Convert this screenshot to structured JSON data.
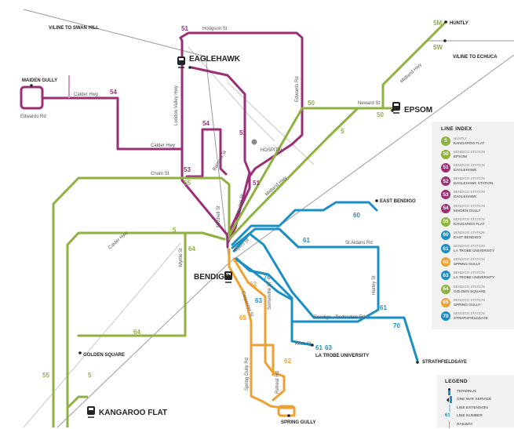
{
  "colors": {
    "green": "#8db23f",
    "purple": "#9a2f78",
    "blue": "#1a8fc5",
    "orange": "#eea133",
    "extension": "#d29bc2",
    "railway": "#9a9a9a",
    "road": "#c8c8c8"
  },
  "stations": {
    "bendigo": "BENDIGO",
    "eaglehawk": "EAGLEHAWK",
    "epsom": "EPSOM",
    "kangaroo_flat": "KANGAROO FLAT",
    "huntly": "HUNTLY",
    "east_bendigo": "EAST BENDIGO",
    "la_trobe": "LA TROBE UNIVERSITY",
    "strathfieldsaye": "STRATHFIELDSAYE",
    "golden_square": "GOLDEN SQUARE",
    "spring_gully": "SPRING GULLY",
    "maiden_gully": "MAIDEN GULLY",
    "hospital": "HOSPITAL"
  },
  "rail_labels": {
    "swan_hill": "V/LINE TO SWAN HILL",
    "echuca": "V/LINE TO ECHUCA"
  },
  "streets": {
    "hodgson": "Hodgson St",
    "loddon_valley": "Loddon Valley Hwy",
    "edwards": "Edwards Rd",
    "calder_hwy": "Calder Hwy",
    "edwards_rd_w": "Edwards Rd",
    "calder_hwy_2": "Calder Hwy",
    "barnard": "Barnard St",
    "chum": "Chum St",
    "bridge": "Bridge St",
    "midland": "Midland Hwy",
    "midland_n": "Midland Hwy",
    "neward": "Neward St",
    "mitchell": "Mitchell St",
    "calder_hwy_3": "Calder Hwy",
    "myrtle": "Myrtle St",
    "myers": "Myers St",
    "st_aidans": "St Aidans Rd",
    "harley": "Harley St",
    "carpenter": "Carpenter St",
    "somerville": "Somerville St",
    "bendigo_redesdale": "Bendigo - Redesdale Rd",
    "keck": "Keck St",
    "spring_gully_rd": "Spring Gully Rd",
    "retreat": "Retreat Rd"
  },
  "route_labels": {
    "r51a": "51",
    "r52": "52",
    "r51b": "51",
    "r54a": "54",
    "r54b": "54",
    "r53": "53",
    "r55a": "55",
    "r55b": "55",
    "r5a": "5",
    "r5b": "5",
    "r5c": "5",
    "r50a": "50",
    "r50b": "50",
    "r64a": "64",
    "r64b": "64",
    "r5m": "5M",
    "r5w": "5W",
    "r60": "60",
    "r61a": "61",
    "r61b": "61",
    "r70a": "70",
    "r70b": "70",
    "r62a": "62",
    "r62b": "62",
    "r63": "63",
    "r65": "65",
    "latrobe_61": "61",
    "latrobe_63": "63"
  },
  "line_index": {
    "title": "LINE INDEX",
    "items": [
      {
        "num": "5",
        "color": "#8db23f",
        "from": "HUNTLY",
        "to": "KANGAROO FLAT"
      },
      {
        "num": "50",
        "color": "#8db23f",
        "from": "BENDIGO STATION",
        "to": "EPSOM"
      },
      {
        "num": "51",
        "color": "#9a2f78",
        "from": "BENDIGO STATION",
        "to": "EAGLEHAWK"
      },
      {
        "num": "52",
        "color": "#9a2f78",
        "from": "BENDIGO STATION",
        "to": "EAGLEHAWK STATION"
      },
      {
        "num": "53",
        "color": "#9a2f78",
        "from": "BENDIGO STATION",
        "to": "EAGLEHAWK"
      },
      {
        "num": "54",
        "color": "#9a2f78",
        "from": "BENDIGO STATION",
        "to": "MAIDEN GULLY"
      },
      {
        "num": "55",
        "color": "#8db23f",
        "from": "BENDIGO STATION",
        "to": "KANGAROO FLAT"
      },
      {
        "num": "60",
        "color": "#1a8fc5",
        "from": "BENDIGO STATION",
        "to": "EAST BENDIGO"
      },
      {
        "num": "61",
        "color": "#1a8fc5",
        "from": "BENDIGO STATION",
        "to": "LA TROBE UNIVERSITY"
      },
      {
        "num": "62",
        "color": "#eea133",
        "from": "BENDIGO STATION",
        "to": "SPRING GULLY"
      },
      {
        "num": "63",
        "color": "#1a8fc5",
        "from": "BENDIGO STATION",
        "to": "LA TROBE UNIVERSITY"
      },
      {
        "num": "64",
        "color": "#8db23f",
        "from": "BENDIGO STATION",
        "to": "GOLDEN SQUARE"
      },
      {
        "num": "65",
        "color": "#eea133",
        "from": "BENDIGO STATION",
        "to": "SPRING GULLY"
      },
      {
        "num": "70",
        "color": "#1a8fc5",
        "from": "BENDIGO STATION",
        "to": "STRATHFIELDSAYE"
      }
    ]
  },
  "legend": {
    "title": "LEGEND",
    "items": [
      {
        "symbol": "terminus",
        "label": "TERMINUS"
      },
      {
        "symbol": "one-way",
        "label": "ONE WAY SERVICE"
      },
      {
        "symbol": "extension",
        "label": "LINE EXTENSION"
      },
      {
        "symbol": "line-number",
        "number": "61",
        "label": "LINE NUMBER"
      },
      {
        "symbol": "railway",
        "label": "RAILWAY"
      }
    ]
  }
}
